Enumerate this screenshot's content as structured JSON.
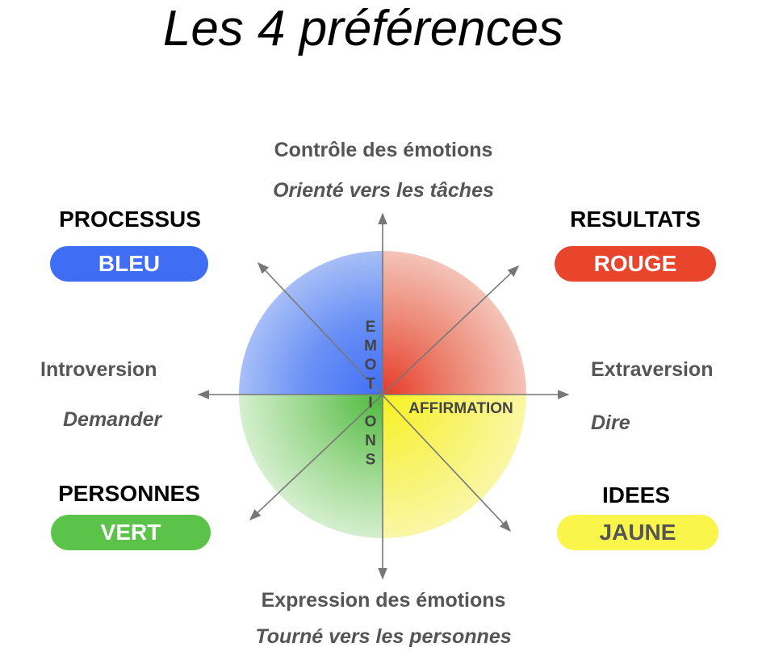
{
  "title": "Les 4 préférences",
  "top": {
    "main": "Contrôle des émotions",
    "sub": "Orienté vers les tâches"
  },
  "bottom": {
    "main": "Expression des émotions",
    "sub": "Tourné vers les personnes"
  },
  "left": {
    "main": "Introversion",
    "sub": "Demander"
  },
  "right": {
    "main": "Extraversion",
    "sub": "Dire"
  },
  "center": {
    "vertical_letters": [
      "E",
      "M",
      "O",
      "T",
      "I",
      "O",
      "N",
      "S"
    ],
    "horizontal_label": "AFFIRMATION"
  },
  "quadrants": {
    "top_left": {
      "heading": "PROCESSUS",
      "color_name": "BLEU",
      "color": "#3F6EF5"
    },
    "top_right": {
      "heading": "RESULTATS",
      "color_name": "ROUGE",
      "color": "#E8452C"
    },
    "bottom_left": {
      "heading": "PERSONNES",
      "color_name": "VERT",
      "color": "#5CC34A"
    },
    "bottom_right": {
      "heading": "IDEES",
      "color_name": "JAUNE",
      "color": "#F9F54A"
    }
  }
}
